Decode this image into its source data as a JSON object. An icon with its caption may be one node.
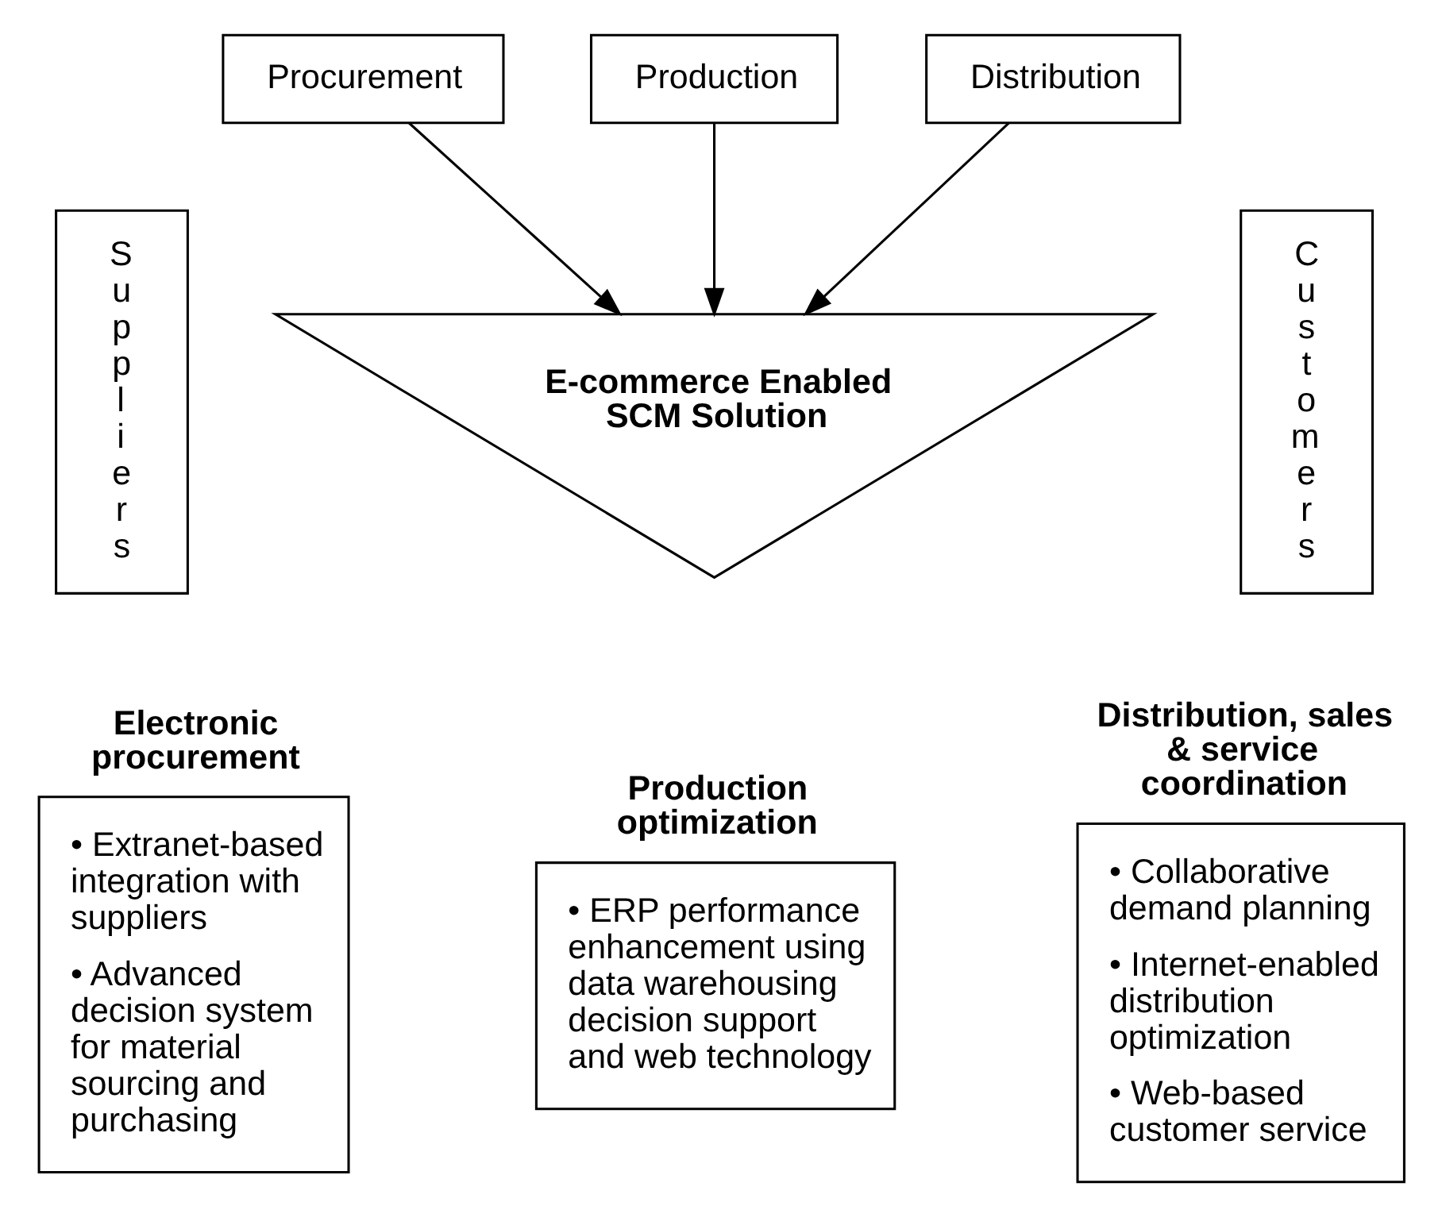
{
  "diagram": {
    "nodes": [
      {
        "text": [
          "Procurement"
        ]
      },
      {
        "text": [
          "Production"
        ]
      },
      {
        "text": [
          "Distribution"
        ]
      },
      {
        "text": [
          "Suppliers"
        ]
      },
      {
        "text": [
          "E-commerce Enabled SCM Solution"
        ]
      },
      {
        "text": [
          "Customers"
        ]
      },
      {
        "text": [
          "Electronic procurement",
          "• Extranet-based integration with suppliers",
          "• Advanced decision system for material sourcing and purchasing"
        ]
      },
      {
        "text": [
          "Production optimization",
          "• ERP performance enhancement using data warehousing decision support and web technology"
        ]
      },
      {
        "text": [
          "Distribution, sales & service coordination",
          "• Collaborative demand planning",
          "• Internet-enabled distribution optimization",
          "• Web-based customer service"
        ]
      }
    ],
    "edges": [
      {
        "from": 0,
        "to": 4,
        "arrow": "to"
      },
      {
        "from": 1,
        "to": 4,
        "arrow": "to"
      },
      {
        "from": 2,
        "to": 4,
        "arrow": "to"
      }
    ]
  }
}
